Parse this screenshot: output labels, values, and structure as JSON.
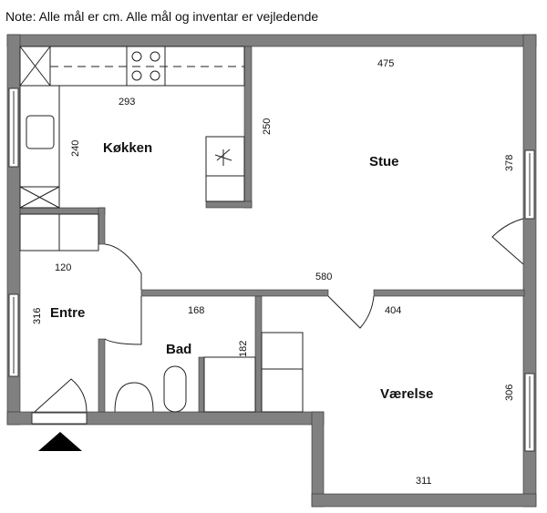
{
  "note": "Note: Alle mål er cm. Alle mål og inventar er vejledende",
  "rooms": {
    "kitchen": "Køkken",
    "living": "Stue",
    "entrance": "Entre",
    "bath": "Bad",
    "bedroom": "Værelse"
  },
  "dimensions": {
    "kitchen_width": "293",
    "kitchen_depth": "240",
    "kitchen_side": "250",
    "hall_closet": "120",
    "living_width": "475",
    "living_depth": "378",
    "living_wall": "580",
    "entrance_depth": "316",
    "bath_width": "168",
    "bath_depth": "182",
    "bedroom_top": "404",
    "bedroom_depth": "306",
    "bedroom_bottom": "311"
  },
  "colors": {
    "wall": "#808080"
  }
}
